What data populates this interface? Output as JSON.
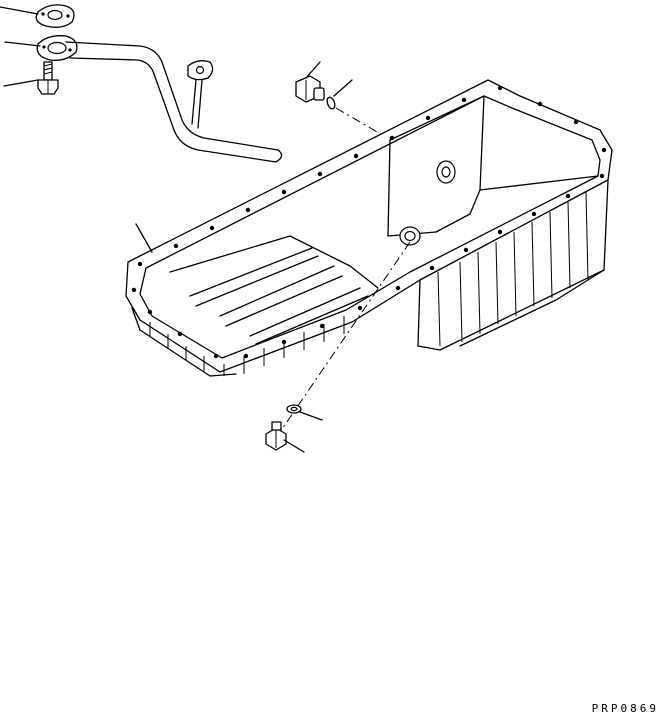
{
  "drawing": {
    "reference_code": "PRP0869"
  },
  "parts": [
    {
      "id": "gasket-top",
      "icon": "gasket-icon"
    },
    {
      "id": "gasket-flange",
      "icon": "gasket-icon"
    },
    {
      "id": "mounting-bolt",
      "icon": "bolt-icon"
    },
    {
      "id": "oil-suction-pipe",
      "icon": "pipe-icon"
    },
    {
      "id": "plug-upper",
      "icon": "plug-icon"
    },
    {
      "id": "o-ring",
      "icon": "o-ring-icon"
    },
    {
      "id": "oil-pan",
      "icon": "oil-pan-icon"
    },
    {
      "id": "washer",
      "icon": "washer-icon"
    },
    {
      "id": "drain-plug",
      "icon": "drain-plug-icon"
    }
  ]
}
